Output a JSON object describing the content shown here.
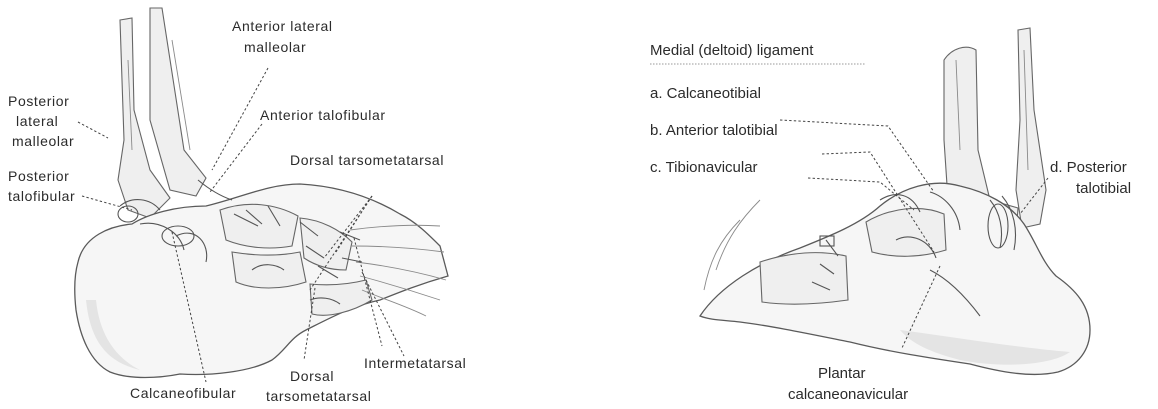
{
  "left_view": {
    "labels": {
      "anterior_lateral_malleolar": [
        "Anterior lateral",
        "malleolar"
      ],
      "posterior_lateral_malleolar": [
        "Posterior",
        "lateral",
        "malleolar"
      ],
      "anterior_talofibular": "Anterior talofibular",
      "dorsal_tarsometatarsal_top": "Dorsal tarsometatarsal",
      "posterior_talofibular": [
        "Posterior",
        "talofibular"
      ],
      "calcaneofibular": "Calcaneofibular",
      "dorsal_tarsometatarsal_bottom": [
        "Dorsal",
        "tarsometatarsal"
      ],
      "intermetatarsal": "Intermetatarsal"
    }
  },
  "right_view": {
    "heading": "Medial (deltoid) ligament",
    "items": {
      "a": "a. Calcaneotibial",
      "b": "b. Anterior talotibial",
      "c": "c. Tibionavicular",
      "d": [
        "d. Posterior",
        "talotibial"
      ]
    },
    "plantar_calcaneonavicular": [
      "Plantar",
      "calcaneonavicular"
    ]
  }
}
